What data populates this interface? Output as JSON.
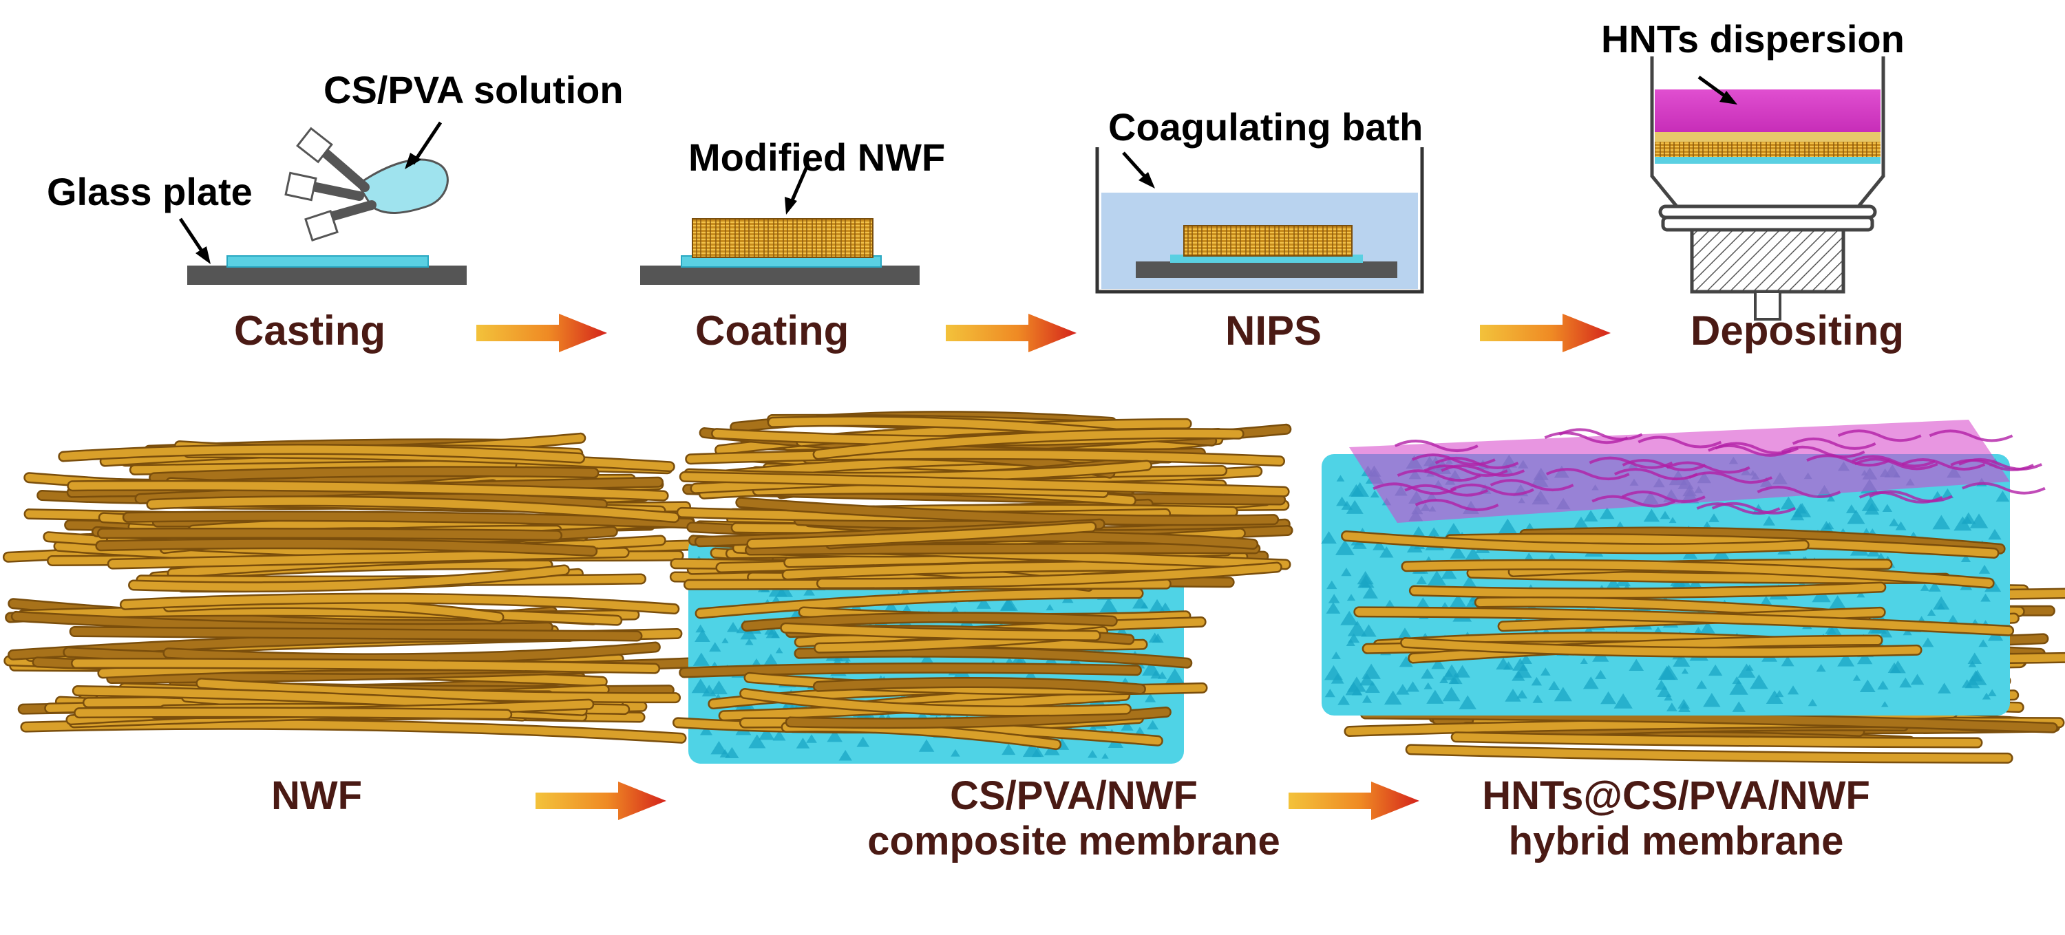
{
  "colors": {
    "fiber": "#d9a02a",
    "fiber_dark": "#a8721a",
    "membrane": "#4fd3e6",
    "membrane_dark": "#1aa6c4",
    "hnt_layer": "#d63fc8",
    "plate": "#555555",
    "solution": "#5ad0e2",
    "bath": "#b9d3ef",
    "text_dark_red": "#4a1a14",
    "arrow_start": "#f3c23b",
    "arrow_end": "#d4231b"
  },
  "top_row": {
    "labels": {
      "cs_pva_solution": "CS/PVA solution",
      "glass_plate": "Glass plate",
      "modified_nwf": "Modified NWF",
      "coagulating_bath": "Coagulating bath",
      "hnts_dispersion": "HNTs dispersion"
    },
    "steps": [
      "Casting",
      "Coating",
      "NIPS",
      "Depositing"
    ]
  },
  "bottom_row": {
    "captions": [
      {
        "line1": "NWF",
        "line2": ""
      },
      {
        "line1": "CS/PVA/NWF",
        "line2": "composite membrane"
      },
      {
        "line1": "HNTs@CS/PVA/NWF",
        "line2": "hybrid membrane"
      }
    ]
  }
}
